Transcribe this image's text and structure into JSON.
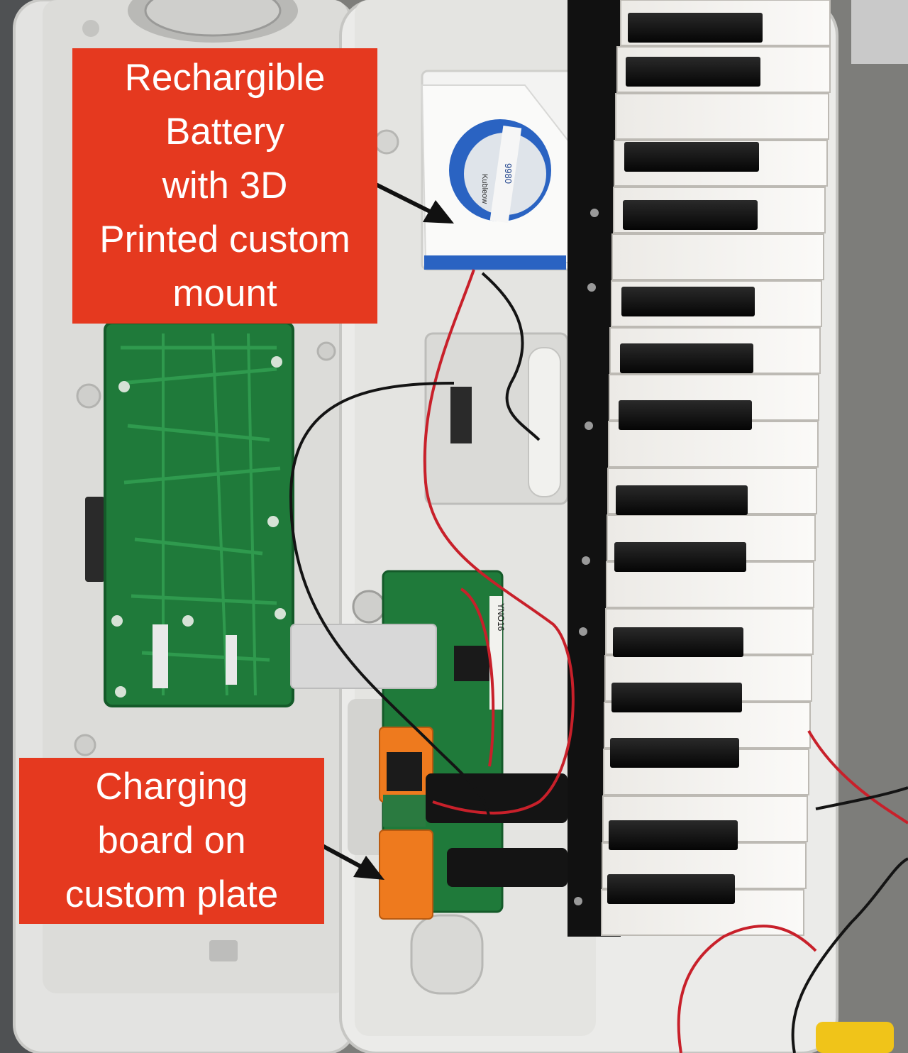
{
  "annotations": {
    "battery": {
      "lines": [
        "Rechargible",
        "Battery",
        "with 3D",
        "Printed custom",
        "mount"
      ]
    },
    "charging_board": {
      "lines": [
        "Charging",
        "board on",
        "custom plate"
      ]
    }
  },
  "battery_label_texts": [
    "9980",
    "Kubleow"
  ],
  "board_silkscreen": [
    "YNO16"
  ],
  "colors": {
    "callout_background": "#e5391f",
    "callout_text": "#ffffff",
    "arrow": "#111111",
    "case_plastic": "#e6e6e4",
    "pcb_green": "#1f7a3a",
    "mount_orange": "#ee7a1e",
    "wire_red": "#c8202a",
    "wire_black": "#141414",
    "battery_blue": "#2a63c2"
  }
}
